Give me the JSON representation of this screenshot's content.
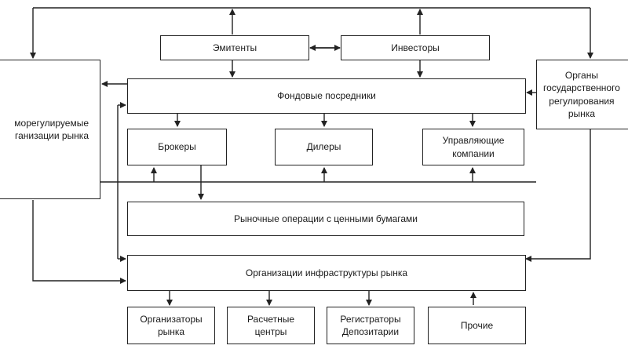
{
  "boxes": {
    "emitenty": "Эмитенты",
    "investory": "Инвесторы",
    "fondovye_posredniki": "Фондовые посредники",
    "brokery": "Брокеры",
    "dilery": "Дилеры",
    "upravlyayushchie": "Управляющие\nкомпании",
    "rynochnye_operacii": "Рыночные операции с ценными бумагами",
    "organizacii_infrastruktury": "Организации инфраструктуры рынка",
    "samoreguliruemye": "морегулируемые\nганизации рынка",
    "organy_gos": "Органы\nгосударственного\nрегулирования\nрынка",
    "organizatory": "Организаторы\nрынка",
    "raschetnye": "Расчетные\nцентры",
    "registratory": "Регистраторы\nДепозитарии",
    "prochie": "Прочие"
  }
}
